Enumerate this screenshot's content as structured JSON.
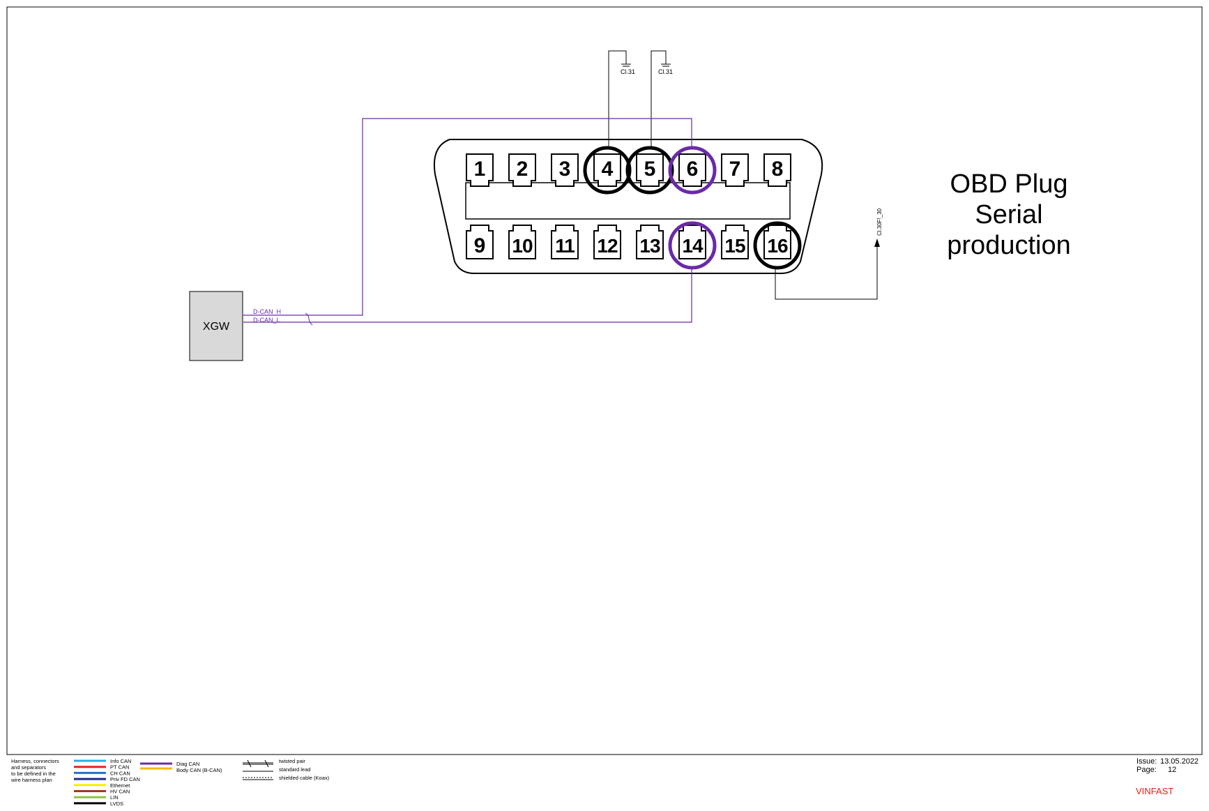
{
  "title": {
    "line1": "OBD Plug",
    "line2": "Serial",
    "line3": "production"
  },
  "module": {
    "label": "XGW"
  },
  "signals": {
    "can_h": "D-CAN_H",
    "can_l": "D-CAN_L"
  },
  "ground_labels": {
    "pin4": "Cl.31",
    "pin5": "Cl.31"
  },
  "power_label": "Cl.30F!_30",
  "connector": {
    "top_pins": [
      "1",
      "2",
      "3",
      "4",
      "5",
      "6",
      "7",
      "8"
    ],
    "bottom_pins": [
      "9",
      "10",
      "11",
      "12",
      "13",
      "14",
      "15",
      "16"
    ],
    "highlighted_black": [
      "4",
      "5",
      "16"
    ],
    "highlighted_purple": [
      "6",
      "14"
    ]
  },
  "colors": {
    "diag_can": "#6a2aa8",
    "frame": "#000000",
    "module_fill": "#d9d9d9",
    "brand": "#e0201a"
  },
  "legend": {
    "note_lines": [
      "Harness, connectors",
      "and separators",
      "to be defined in the",
      "wire harness plan"
    ],
    "bus_items": [
      {
        "label": "Info CAN",
        "color": "#1fb4e6"
      },
      {
        "label": "PT CAN",
        "color": "#e5231b"
      },
      {
        "label": "CH CAN",
        "color": "#2a6fce"
      },
      {
        "label": "Priv FD CAN",
        "color": "#1a2a8f"
      },
      {
        "label": "Ethernet",
        "color": "#ffee00"
      },
      {
        "label": "HV CAN",
        "color": "#a83232"
      },
      {
        "label": "LIN",
        "color": "#8cc63f"
      },
      {
        "label": "LVDS",
        "color": "#000000"
      }
    ],
    "bus_items_2": [
      {
        "label": "Diag CAN",
        "color": "#6a2aa8"
      },
      {
        "label": "Body CAN (B-CAN)",
        "color": "#f5b800"
      }
    ],
    "line_types": [
      {
        "label": "twisted pair"
      },
      {
        "label": "standard lead"
      },
      {
        "label": "shielded cable (Koax)"
      }
    ]
  },
  "footer": {
    "issue_label": "Issue:",
    "issue_value": "13.05.2022",
    "page_label": "Page:",
    "page_value": "12",
    "brand": "VINFAST"
  }
}
